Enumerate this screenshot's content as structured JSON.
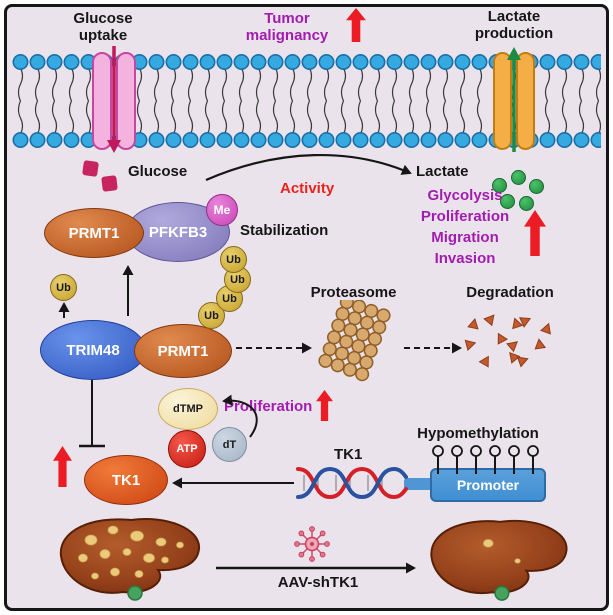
{
  "top": {
    "glucose_uptake_line1": "Glucose",
    "glucose_uptake_line2": "uptake",
    "tumor_malignancy_line1": "Tumor",
    "tumor_malignancy_line2": "malignancy",
    "lactate_production_line1": "Lactate",
    "lactate_production_line2": "production"
  },
  "membrane": {
    "glucose_label": "Glucose",
    "activity_label": "Activity",
    "lactate_label": "Lactate"
  },
  "effects": [
    "Glycolysis",
    "Proliferation",
    "Migration",
    "Invasion"
  ],
  "complex": {
    "prmt1": "PRMT1",
    "pfkfb3": "PFKFB3",
    "me": "Me",
    "stabilization": "Stabilization"
  },
  "ubiquitination": {
    "trim48": "TRIM48",
    "prmt1": "PRMT1",
    "ub": "Ub",
    "proteasome": "Proteasome",
    "degradation": "Degradation"
  },
  "tk1_axis": {
    "tk1": "TK1",
    "atp": "ATP",
    "dt": "dT",
    "dtmp": "dTMP",
    "proliferation": "Proliferation",
    "gene_label": "TK1",
    "promoter": "Promoter",
    "hypomethylation": "Hypomethylation"
  },
  "bottom": {
    "aav_label": "AAV-shTK1"
  },
  "colors": {
    "background": "#ebe3ec",
    "accent_purple": "#a21caf",
    "accent_red": "#ec1c24",
    "membrane_blue": "#36a9e1",
    "glucose_transporter_pink": "#f4b2de",
    "lactate_transporter_orange": "#f5ae45",
    "prmt1_orange": "#c45c28",
    "pfkfb3_purple": "#928bc7",
    "trim48_blue": "#3a63cf",
    "tk1_orange": "#e05a22",
    "ubiquitin_yellow": "#d2ae3e",
    "lactate_green": "#2faa4e",
    "glucose_magenta": "#c82460",
    "promoter_blue": "#3f8fd2"
  }
}
